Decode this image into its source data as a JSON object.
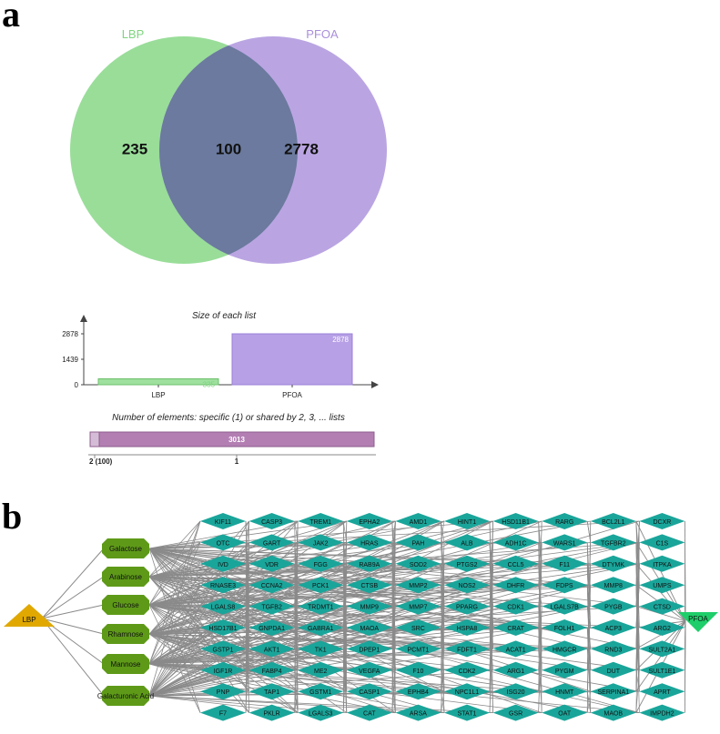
{
  "panel_labels": {
    "a": "a",
    "b": "b"
  },
  "venn": {
    "sets": [
      {
        "name": "LBP",
        "color": "#7fd47f"
      },
      {
        "name": "PFOA",
        "color": "#a98fdb"
      }
    ],
    "counts": {
      "lbp_only": "235",
      "shared": "100",
      "pfoa_only": "2778"
    },
    "overlap_color": "#6b7a9e"
  },
  "chart_data": [
    {
      "type": "bar",
      "title": "Size of each list",
      "categories": [
        "LBP",
        "PFOA"
      ],
      "values": [
        335,
        2878
      ],
      "value_labels": [
        "335",
        "2878"
      ],
      "yticks": [
        "0",
        "1439",
        "2878"
      ],
      "ylim": [
        0,
        2878
      ],
      "colors": [
        "#9ee09e",
        "#b7a0e6"
      ]
    },
    {
      "type": "bar",
      "title": "Number of elements: specific (1) or shared by 2, 3, ... lists",
      "categories": [
        "2 (100)",
        "1"
      ],
      "values": [
        100,
        3013
      ],
      "value_labels": [
        "",
        "3013"
      ],
      "colors": [
        "#d4bcd6",
        "#b37fb3"
      ]
    }
  ],
  "network": {
    "source": "LBP",
    "target": "PFOA",
    "compounds": [
      "Galactose",
      "Arabinose",
      "Glucose",
      "Rhamnose",
      "Mannose",
      "Galacturonic Acid"
    ],
    "genes": [
      [
        "KIF11",
        "CASP3",
        "TREM1",
        "EPHA2",
        "AMD1",
        "HINT1",
        "HSD11B1",
        "RARG",
        "BCL2L1",
        "DCXR"
      ],
      [
        "OTC",
        "GART",
        "JAK2",
        "HRAS",
        "PAH",
        "ALB",
        "ADH1C",
        "WARS1",
        "TGFBR2",
        "C1S"
      ],
      [
        "IVD",
        "VDR",
        "FGG",
        "RAB9A",
        "SOD2",
        "PTGS2",
        "CCL5",
        "F11",
        "DTYMK",
        "ITPKA"
      ],
      [
        "RNASE3",
        "CCNA2",
        "PCK1",
        "CTSB",
        "MMP2",
        "NOS2",
        "DHFR",
        "FDPS",
        "MMP8",
        "UMPS"
      ],
      [
        "LGALS8",
        "TGFB2",
        "TRDMT1",
        "MMP9",
        "MMP7",
        "PPARG",
        "CDK1",
        "LGALS7B",
        "PYGB",
        "CTSD"
      ],
      [
        "HSD17B1",
        "GNPDA1",
        "GABRA1",
        "MAOA",
        "SRC",
        "HSPA8",
        "CRAT",
        "FOLH1",
        "ACP3",
        "ARG2"
      ],
      [
        "GSTP1",
        "AKT1",
        "TK1",
        "DPEP1",
        "PCMT1",
        "FDFT1",
        "ACAT1",
        "HMGCR",
        "RND3",
        "SULT2A1"
      ],
      [
        "IGF1R",
        "FABP4",
        "ME2",
        "VEGFA",
        "F10",
        "CDK2",
        "ARG1",
        "PYGM",
        "DUT",
        "SULT1E1"
      ],
      [
        "PNP",
        "TAP1",
        "GSTM1",
        "CASP1",
        "EPHB4",
        "NPC1L1",
        "ISG20",
        "HNMT",
        "SERPINA1",
        "APRT"
      ],
      [
        "F7",
        "PKLR",
        "LGALS3",
        "CAT",
        "ARSA",
        "STAT1",
        "GSR",
        "OAT",
        "MAOB",
        "IMPDH2"
      ]
    ],
    "colors": {
      "source": "#e0a800",
      "target": "#1fce6a",
      "compound": "#5e9a18",
      "gene": "#1aa59a",
      "edge": "#8a8a8a"
    }
  }
}
